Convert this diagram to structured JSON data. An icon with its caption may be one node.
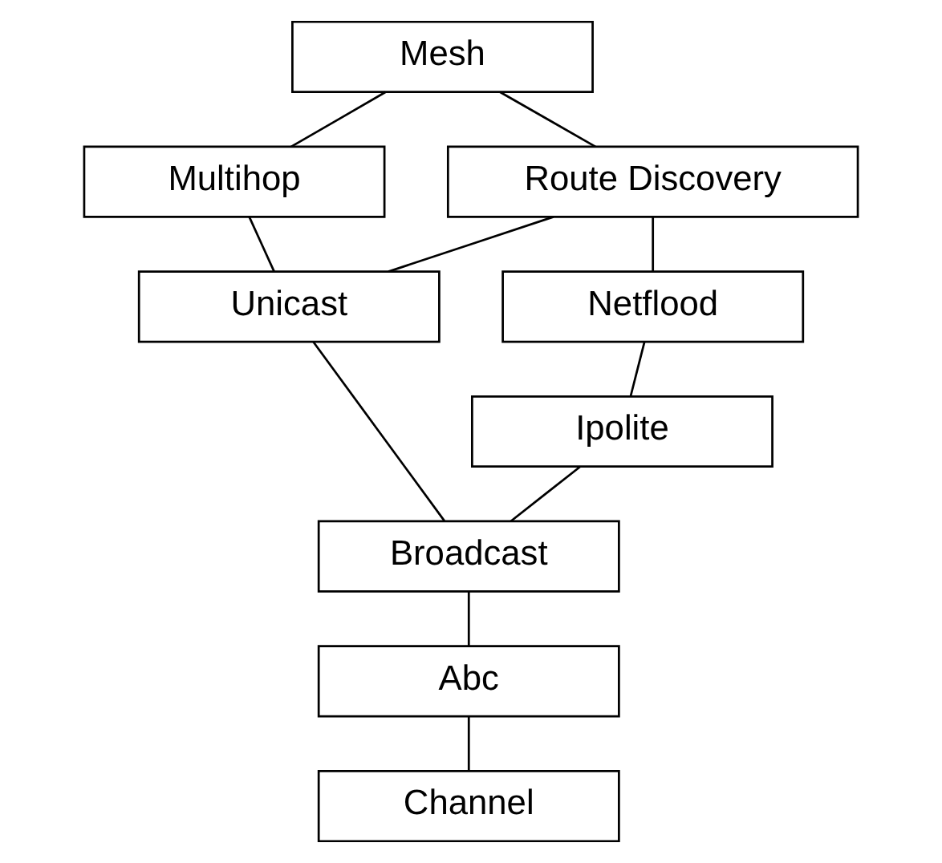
{
  "diagram": {
    "nodes": [
      {
        "text": [
          "Mesh"
        ]
      },
      {
        "text": [
          "Multihop"
        ]
      },
      {
        "text": [
          "Route Discovery"
        ]
      },
      {
        "text": [
          "Unicast"
        ]
      },
      {
        "text": [
          "Netflood"
        ]
      },
      {
        "text": [
          "Ipolite"
        ]
      },
      {
        "text": [
          "Broadcast"
        ]
      },
      {
        "text": [
          "Abc"
        ]
      },
      {
        "text": [
          "Channel"
        ]
      }
    ],
    "edges": [
      {
        "from": 0,
        "to": 1,
        "arrow": "none"
      },
      {
        "from": 0,
        "to": 2,
        "arrow": "none"
      },
      {
        "from": 1,
        "to": 3,
        "arrow": "none"
      },
      {
        "from": 2,
        "to": 3,
        "arrow": "none"
      },
      {
        "from": 2,
        "to": 4,
        "arrow": "none"
      },
      {
        "from": 4,
        "to": 5,
        "arrow": "none"
      },
      {
        "from": 3,
        "to": 6,
        "arrow": "none"
      },
      {
        "from": 5,
        "to": 6,
        "arrow": "none"
      },
      {
        "from": 6,
        "to": 7,
        "arrow": "none"
      },
      {
        "from": 7,
        "to": 8,
        "arrow": "none"
      }
    ]
  }
}
